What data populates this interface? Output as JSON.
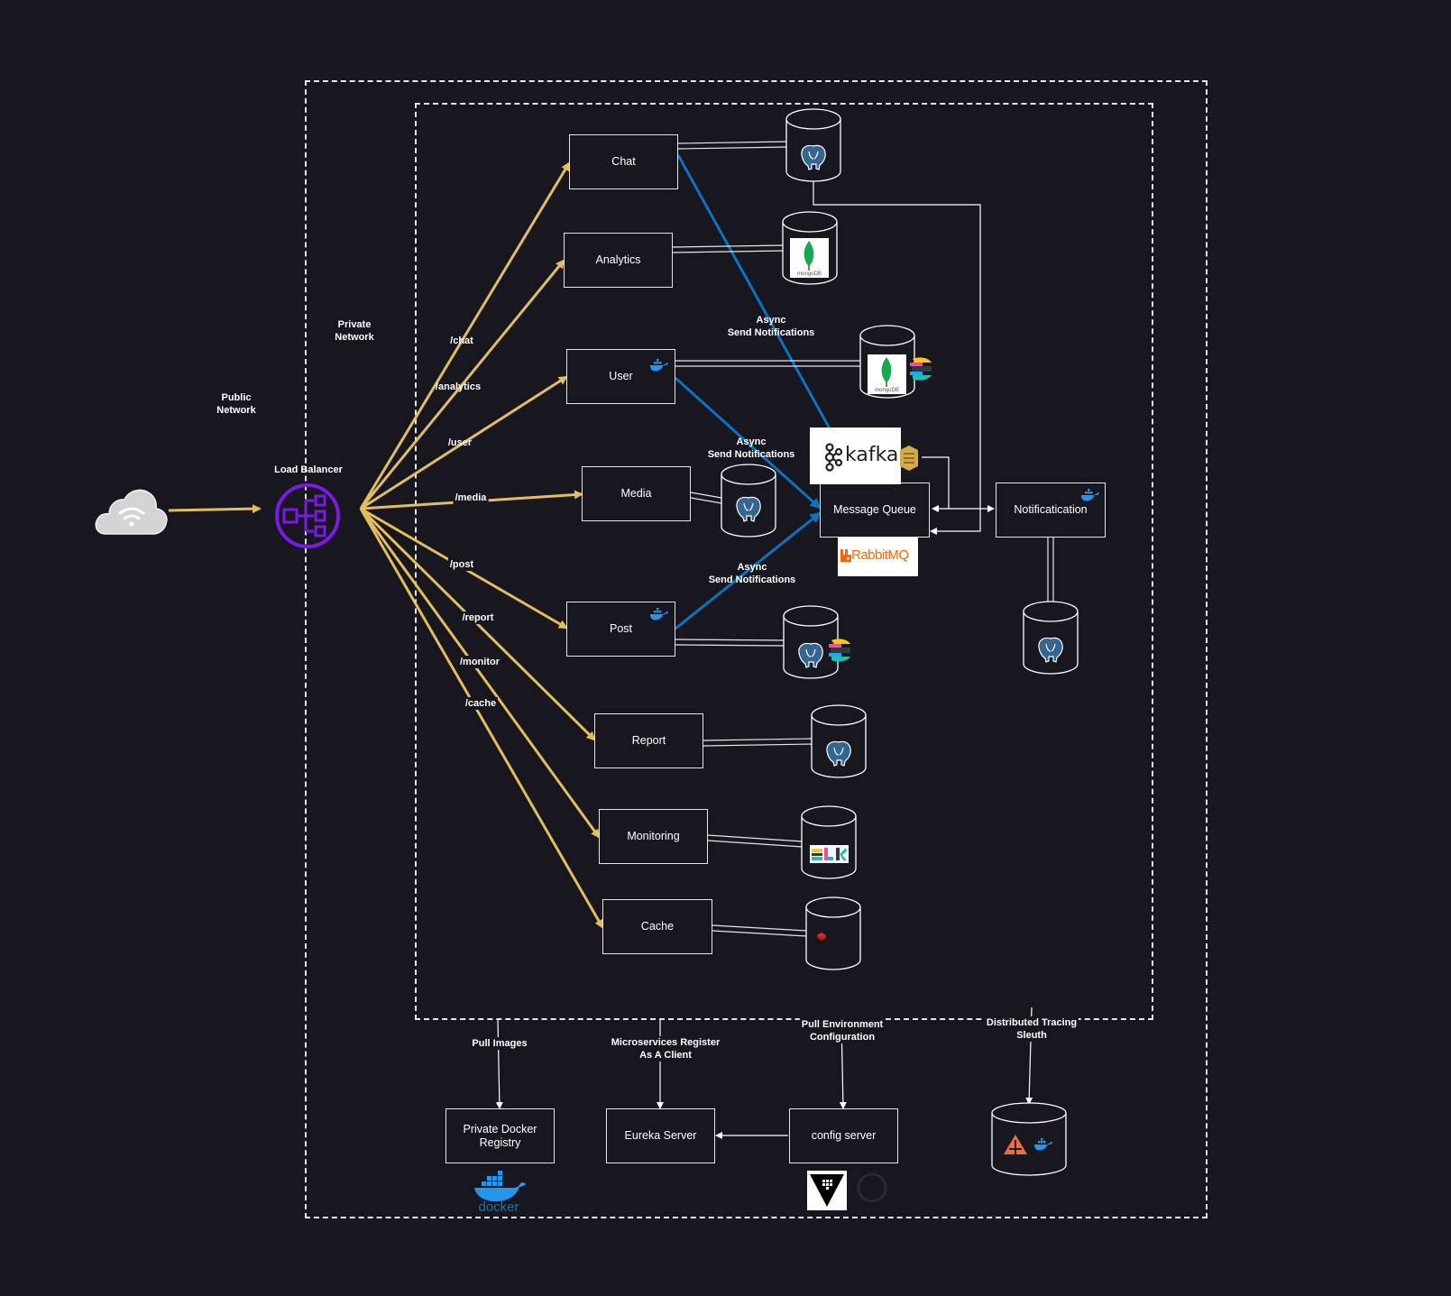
{
  "colors": {
    "background": "#18161f",
    "route_arrow": "#e2be5f",
    "async_arrow": "#0a73c4",
    "load_balancer": "#7b19e6",
    "kafka": "#231f20",
    "rabbitmq": "#ff6600",
    "redis": "#d82c20"
  },
  "zones": {
    "public_network": "Public\nNetwork",
    "private_network": "Private\nNetwork"
  },
  "load_balancer": {
    "label": "Load Balancer",
    "icon": "load-balancer-icon"
  },
  "internet": {
    "icon": "cloud-wifi-icon"
  },
  "services": {
    "chat": "Chat",
    "analytics": "Analytics",
    "user": "User",
    "media": "Media",
    "post": "Post",
    "report": "Report",
    "monitoring": "Monitoring",
    "cache": "Cache",
    "message_queue": "Message Queue",
    "notification": "Notificatication"
  },
  "routes": {
    "chat": "/chat",
    "analytics": "/analytics",
    "user": "/user",
    "media": "/media",
    "post": "/post",
    "report": "/report",
    "monitor": "/monitor",
    "cache": "/cache"
  },
  "async_labels": {
    "chat": "Async\nSend Notifications",
    "user": "Async\nSend Notifications",
    "post": "Async\nSend Notifications"
  },
  "databases": {
    "chat": "postgresql-icon",
    "analytics": "mongodb-icon",
    "user": "mongodb-elasticsearch-icon",
    "media": "postgresql-icon",
    "post": "postgresql-elasticsearch-icon",
    "report": "postgresql-icon",
    "monitoring": "elk-icon",
    "cache": "redis-icon",
    "notification": "postgresql-icon",
    "tracing": "zipkin-docker-icon"
  },
  "logos": {
    "kafka_text": "kafka",
    "rabbitmq_text": "RabbitMQ",
    "mongodb_text": "mongoDB",
    "docker_text": "docker"
  },
  "infrastructure": {
    "registry": "Private Docker\nRegistry",
    "eureka": "Eureka Server",
    "config": "config server"
  },
  "edges": {
    "pull_images": "Pull Images",
    "register": "Microservices Register\nAs A Client",
    "pull_env": "Pull Environment\nConfiguration",
    "tracing": "Distributed Tracing\nSleuth"
  }
}
